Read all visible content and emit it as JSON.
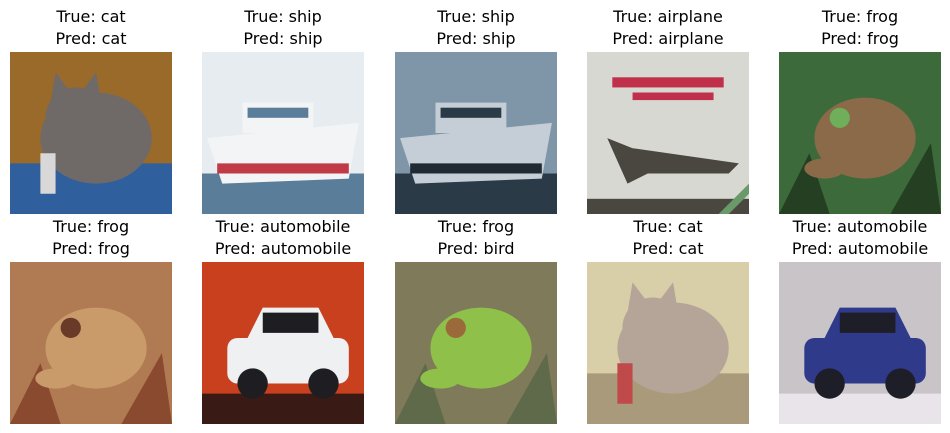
{
  "figure": {
    "samples": [
      {
        "true_label": "True: cat",
        "pred_label": "Pred: cat",
        "icon": "cat-image",
        "colors": {
          "bg": "#9a6a2a",
          "accent": "#2f5f9c",
          "subject": "#6f6a68",
          "detail": "#d8d8d8"
        }
      },
      {
        "true_label": "True: ship",
        "pred_label": "Pred: ship",
        "icon": "ship-image",
        "colors": {
          "bg": "#e6ecef",
          "accent": "#5a7d9a",
          "subject": "#f2f4f6",
          "detail": "#c03a48"
        }
      },
      {
        "true_label": "True: ship",
        "pred_label": "Pred: ship",
        "icon": "ship-image",
        "colors": {
          "bg": "#7f95a8",
          "accent": "#2b3a47",
          "subject": "#c5ced6",
          "detail": "#1f2a33"
        }
      },
      {
        "true_label": "True: airplane",
        "pred_label": "Pred: airplane",
        "icon": "airplane-image",
        "colors": {
          "bg": "#d8d8d2",
          "accent": "#c0304a",
          "subject": "#4a4640",
          "detail": "#6a9a6a"
        }
      },
      {
        "true_label": "True: frog",
        "pred_label": "Pred: frog",
        "icon": "frog-image",
        "colors": {
          "bg": "#3d6a3a",
          "accent": "#243f22",
          "subject": "#8a6a48",
          "detail": "#6fae5a"
        }
      },
      {
        "true_label": "True: frog",
        "pred_label": "Pred: frog",
        "icon": "frog-image",
        "colors": {
          "bg": "#b07a52",
          "accent": "#8a4a30",
          "subject": "#c99a6a",
          "detail": "#6a3a28"
        }
      },
      {
        "true_label": "True: automobile",
        "pred_label": "Pred: automobile",
        "icon": "automobile-image",
        "colors": {
          "bg": "#c8401e",
          "accent": "#3a1a14",
          "subject": "#eef0f2",
          "detail": "#1e1e22"
        }
      },
      {
        "true_label": "True: frog",
        "pred_label": "Pred: bird",
        "icon": "frog-image",
        "colors": {
          "bg": "#7f7a5a",
          "accent": "#5f6a4a",
          "subject": "#8fc04a",
          "detail": "#9a6a3a"
        }
      },
      {
        "true_label": "True: cat",
        "pred_label": "Pred: cat",
        "icon": "cat-image",
        "colors": {
          "bg": "#d8cfa8",
          "accent": "#a89a7a",
          "subject": "#b5a598",
          "detail": "#c04a4a"
        }
      },
      {
        "true_label": "True: automobile",
        "pred_label": "Pred: automobile",
        "icon": "automobile-image",
        "colors": {
          "bg": "#c9c4c8",
          "accent": "#e8e4ea",
          "subject": "#2f3a8a",
          "detail": "#1e1e28"
        }
      }
    ]
  }
}
